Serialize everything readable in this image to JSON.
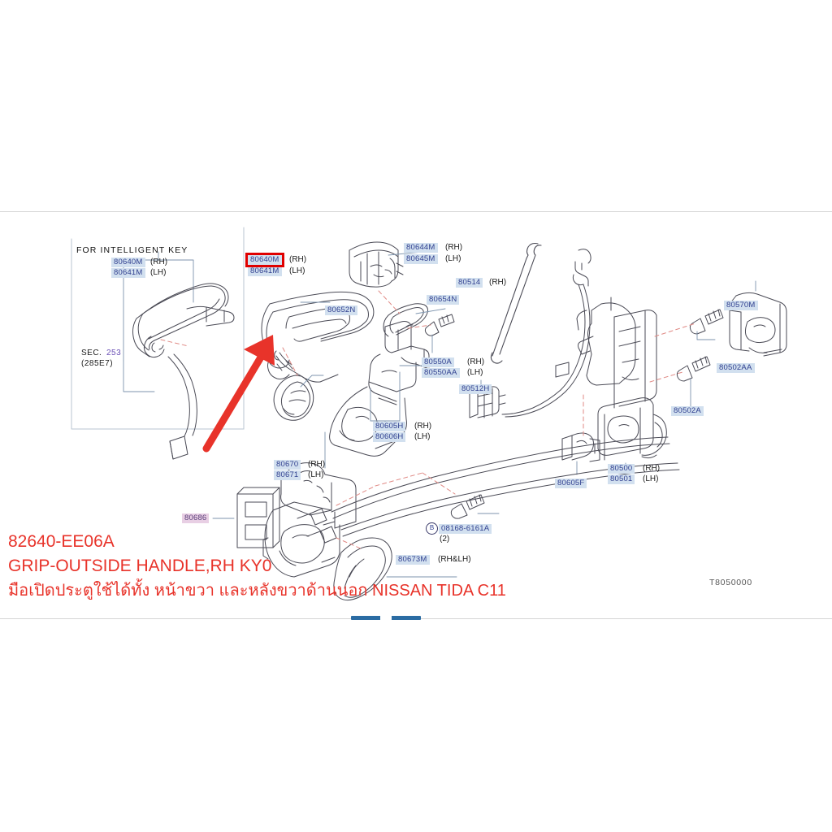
{
  "annotation": {
    "part_number": "82640-EE06A",
    "part_name": "GRIP-OUTSIDE HANDLE,RH KY0",
    "description_th": "มือเปิดประตูใช้ได้ทั้ง หน้าขวา และหลังขวาด้านนอก NISSAN TIDA C11",
    "highlight_color": "#e8332a",
    "arrow": "red-arrow-pointing-to-highlighted-part"
  },
  "diagram": {
    "drawing_number": "T8050000",
    "inset_title": "FOR  INTELLIGENT  KEY",
    "section_ref_label": "SEC.",
    "section_ref_number": "253",
    "section_ref_sub": "(285E7)",
    "label_bg": "#d2e0ef",
    "label_fg": "#2f3f8f",
    "pink_label_bg": "#e8cfe4",
    "highlight_box_color": "#e00000",
    "parts": [
      {
        "id": "p80640M-inset",
        "number": "80640M",
        "side": "(RH)",
        "highlighted": false
      },
      {
        "id": "p80641M-inset",
        "number": "80641M",
        "side": "(LH)",
        "highlighted": false
      },
      {
        "id": "p80640M",
        "number": "80640M",
        "side": "(RH)",
        "highlighted": true
      },
      {
        "id": "p80641M",
        "number": "80641M",
        "side": "(LH)",
        "highlighted": false
      },
      {
        "id": "p80644M",
        "number": "80644M",
        "side": "(RH)",
        "highlighted": false
      },
      {
        "id": "p80645M",
        "number": "80645M",
        "side": "(LH)",
        "highlighted": false
      },
      {
        "id": "p80652N",
        "number": "80652N",
        "side": "",
        "highlighted": false
      },
      {
        "id": "p80654N",
        "number": "80654N",
        "side": "",
        "highlighted": false
      },
      {
        "id": "p80514",
        "number": "80514",
        "side": "(RH)",
        "highlighted": false
      },
      {
        "id": "p80550A",
        "number": "80550A",
        "side": "(RH)",
        "highlighted": false
      },
      {
        "id": "p80550AA",
        "number": "80550AA",
        "side": "(LH)",
        "highlighted": false
      },
      {
        "id": "p80512H",
        "number": "80512H",
        "side": "",
        "highlighted": false
      },
      {
        "id": "p80605H",
        "number": "80605H",
        "side": "(RH)",
        "highlighted": false
      },
      {
        "id": "p80606H",
        "number": "80606H",
        "side": "(LH)",
        "highlighted": false
      },
      {
        "id": "p80605F",
        "number": "80605F",
        "side": "",
        "highlighted": false
      },
      {
        "id": "p80570M",
        "number": "80570M",
        "side": "",
        "highlighted": false
      },
      {
        "id": "p80502AA",
        "number": "80502AA",
        "side": "",
        "highlighted": false
      },
      {
        "id": "p80502A",
        "number": "80502A",
        "side": "",
        "highlighted": false
      },
      {
        "id": "p80500",
        "number": "80500",
        "side": "(RH)",
        "highlighted": false
      },
      {
        "id": "p80501",
        "number": "80501",
        "side": "(LH)",
        "highlighted": false
      },
      {
        "id": "p80670",
        "number": "80670",
        "side": "(RH)",
        "highlighted": false
      },
      {
        "id": "p80671",
        "number": "80671",
        "side": "(LH)",
        "highlighted": false
      },
      {
        "id": "p80686",
        "number": "80686",
        "side": "",
        "highlighted": false
      },
      {
        "id": "p80673M",
        "number": "80673M",
        "side": "(RH&LH)",
        "highlighted": false
      },
      {
        "id": "p08168",
        "number": "08168-6161A",
        "side": "",
        "badge": "B",
        "qty": "(2)",
        "highlighted": false
      }
    ]
  }
}
